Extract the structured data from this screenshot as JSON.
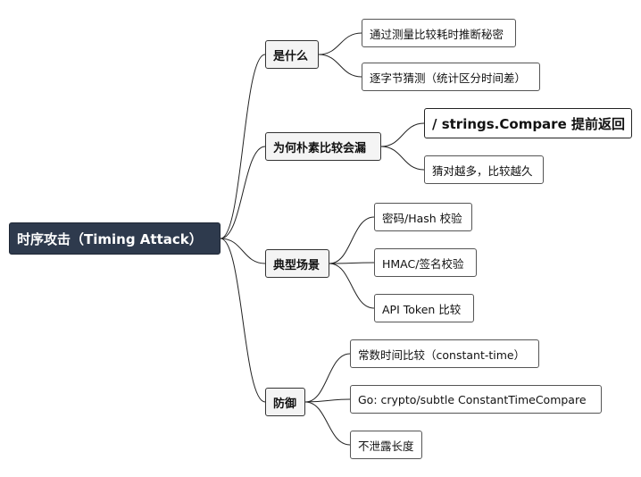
{
  "mindmap": {
    "root": "时序攻击（Timing Attack）",
    "branches": [
      {
        "label": "是什么",
        "children": [
          "通过测量比较耗时推断秘密",
          "逐字节猜测（统计区分时间差）"
        ]
      },
      {
        "label": "为何朴素比较会漏",
        "children": [
          "/ strings.Compare 提前返回",
          "猜对越多，比较越久"
        ]
      },
      {
        "label": "典型场景",
        "children": [
          "密码/Hash 校验",
          "HMAC/签名校验",
          "API Token 比较"
        ]
      },
      {
        "label": "防御",
        "children": [
          "常数时间比较（constant-time）",
          "Go: crypto/subtle ConstantTimeCompare",
          "不泄露长度"
        ]
      }
    ]
  }
}
